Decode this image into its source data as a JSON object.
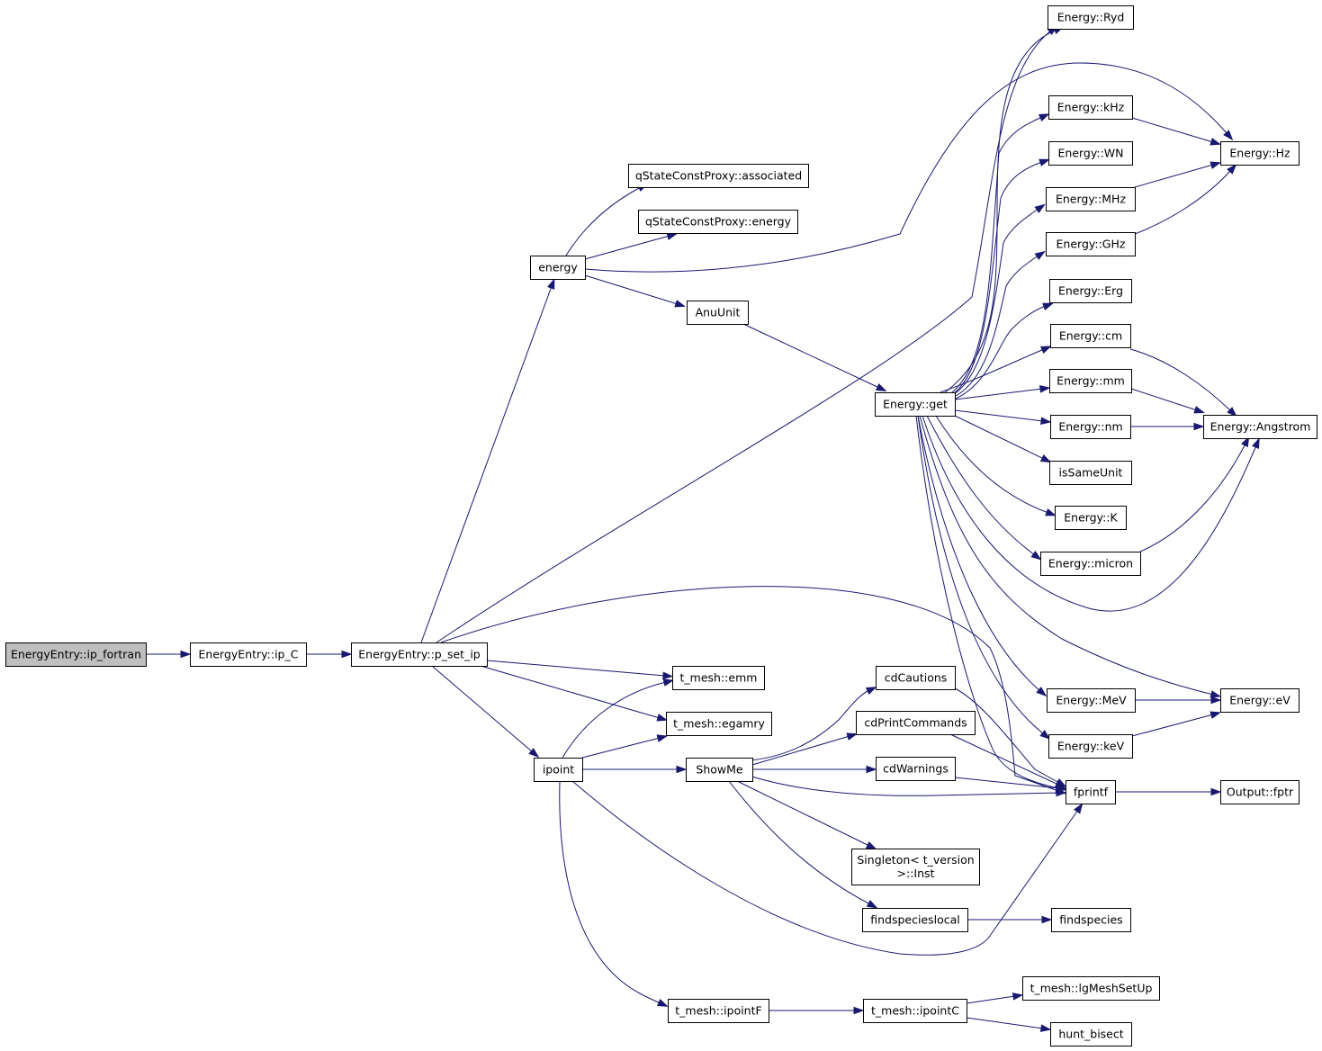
{
  "graph": {
    "root": "n_ip_fortran",
    "nodes": [
      {
        "id": "n_ip_fortran",
        "lines": [
          "EnergyEntry::ip_fortran"
        ]
      },
      {
        "id": "n_ip_C",
        "lines": [
          "EnergyEntry::ip_C"
        ]
      },
      {
        "id": "n_p_set_ip",
        "lines": [
          "EnergyEntry::p_set_ip"
        ]
      },
      {
        "id": "n_energy",
        "lines": [
          "energy"
        ]
      },
      {
        "id": "n_associated",
        "lines": [
          "qStateConstProxy::associated"
        ]
      },
      {
        "id": "n_qenergy",
        "lines": [
          "qStateConstProxy::energy"
        ]
      },
      {
        "id": "n_anuunit",
        "lines": [
          "AnuUnit"
        ]
      },
      {
        "id": "n_get",
        "lines": [
          "Energy::get"
        ]
      },
      {
        "id": "n_ryd",
        "lines": [
          "Energy::Ryd"
        ]
      },
      {
        "id": "n_khz",
        "lines": [
          "Energy::kHz"
        ]
      },
      {
        "id": "n_wn",
        "lines": [
          "Energy::WN"
        ]
      },
      {
        "id": "n_mhz",
        "lines": [
          "Energy::MHz"
        ]
      },
      {
        "id": "n_ghz",
        "lines": [
          "Energy::GHz"
        ]
      },
      {
        "id": "n_erg",
        "lines": [
          "Energy::Erg"
        ]
      },
      {
        "id": "n_cm",
        "lines": [
          "Energy::cm"
        ]
      },
      {
        "id": "n_mm",
        "lines": [
          "Energy::mm"
        ]
      },
      {
        "id": "n_nm",
        "lines": [
          "Energy::nm"
        ]
      },
      {
        "id": "n_issame",
        "lines": [
          "isSameUnit"
        ]
      },
      {
        "id": "n_k",
        "lines": [
          "Energy::K"
        ]
      },
      {
        "id": "n_micron",
        "lines": [
          "Energy::micron"
        ]
      },
      {
        "id": "n_hz",
        "lines": [
          "Energy::Hz"
        ]
      },
      {
        "id": "n_angstrom",
        "lines": [
          "Energy::Angstrom"
        ]
      },
      {
        "id": "n_mev",
        "lines": [
          "Energy::MeV"
        ]
      },
      {
        "id": "n_kev",
        "lines": [
          "Energy::keV"
        ]
      },
      {
        "id": "n_ev",
        "lines": [
          "Energy::eV"
        ]
      },
      {
        "id": "n_fprintf",
        "lines": [
          "fprintf"
        ]
      },
      {
        "id": "n_fptr",
        "lines": [
          "Output::fptr"
        ]
      },
      {
        "id": "n_emm",
        "lines": [
          "t_mesh::emm"
        ]
      },
      {
        "id": "n_egamry",
        "lines": [
          "t_mesh::egamry"
        ]
      },
      {
        "id": "n_ipoint",
        "lines": [
          "ipoint"
        ]
      },
      {
        "id": "n_showme",
        "lines": [
          "ShowMe"
        ]
      },
      {
        "id": "n_cdcautions",
        "lines": [
          "cdCautions"
        ]
      },
      {
        "id": "n_cdprint",
        "lines": [
          "cdPrintCommands"
        ]
      },
      {
        "id": "n_cdwarnings",
        "lines": [
          "cdWarnings"
        ]
      },
      {
        "id": "n_singleton",
        "lines": [
          "Singleton< t_version",
          ">::Inst"
        ]
      },
      {
        "id": "n_findlocal",
        "lines": [
          "findspecieslocal"
        ]
      },
      {
        "id": "n_findspecies",
        "lines": [
          "findspecies"
        ]
      },
      {
        "id": "n_ipointF",
        "lines": [
          "t_mesh::ipointF"
        ]
      },
      {
        "id": "n_ipointC",
        "lines": [
          "t_mesh::ipointC"
        ]
      },
      {
        "id": "n_lgmesh",
        "lines": [
          "t_mesh::lgMeshSetUp"
        ]
      },
      {
        "id": "n_hunt",
        "lines": [
          "hunt_bisect"
        ]
      }
    ],
    "edges": [
      {
        "from": "n_ip_fortran",
        "to": "n_ip_C"
      },
      {
        "from": "n_ip_C",
        "to": "n_p_set_ip"
      },
      {
        "from": "n_p_set_ip",
        "to": "n_energy"
      },
      {
        "from": "n_p_set_ip",
        "to": "n_ryd"
      },
      {
        "from": "n_p_set_ip",
        "to": "n_fprintf"
      },
      {
        "from": "n_p_set_ip",
        "to": "n_emm"
      },
      {
        "from": "n_p_set_ip",
        "to": "n_egamry"
      },
      {
        "from": "n_p_set_ip",
        "to": "n_ipoint"
      },
      {
        "from": "n_energy",
        "to": "n_associated"
      },
      {
        "from": "n_energy",
        "to": "n_qenergy"
      },
      {
        "from": "n_energy",
        "to": "n_anuunit"
      },
      {
        "from": "n_energy",
        "to": "n_hz"
      },
      {
        "from": "n_anuunit",
        "to": "n_get"
      },
      {
        "from": "n_get",
        "to": "n_ryd"
      },
      {
        "from": "n_get",
        "to": "n_khz"
      },
      {
        "from": "n_get",
        "to": "n_wn"
      },
      {
        "from": "n_get",
        "to": "n_mhz"
      },
      {
        "from": "n_get",
        "to": "n_ghz"
      },
      {
        "from": "n_get",
        "to": "n_erg"
      },
      {
        "from": "n_get",
        "to": "n_cm"
      },
      {
        "from": "n_get",
        "to": "n_mm"
      },
      {
        "from": "n_get",
        "to": "n_nm"
      },
      {
        "from": "n_get",
        "to": "n_issame"
      },
      {
        "from": "n_get",
        "to": "n_k"
      },
      {
        "from": "n_get",
        "to": "n_micron"
      },
      {
        "from": "n_get",
        "to": "n_angstrom"
      },
      {
        "from": "n_get",
        "to": "n_ev"
      },
      {
        "from": "n_get",
        "to": "n_mev"
      },
      {
        "from": "n_get",
        "to": "n_kev"
      },
      {
        "from": "n_get",
        "to": "n_fprintf"
      },
      {
        "from": "n_khz",
        "to": "n_hz"
      },
      {
        "from": "n_mhz",
        "to": "n_hz"
      },
      {
        "from": "n_ghz",
        "to": "n_hz"
      },
      {
        "from": "n_cm",
        "to": "n_angstrom"
      },
      {
        "from": "n_mm",
        "to": "n_angstrom"
      },
      {
        "from": "n_nm",
        "to": "n_angstrom"
      },
      {
        "from": "n_micron",
        "to": "n_angstrom"
      },
      {
        "from": "n_mev",
        "to": "n_ev"
      },
      {
        "from": "n_kev",
        "to": "n_ev"
      },
      {
        "from": "n_fprintf",
        "to": "n_fptr"
      },
      {
        "from": "n_ipoint",
        "to": "n_emm"
      },
      {
        "from": "n_ipoint",
        "to": "n_egamry"
      },
      {
        "from": "n_ipoint",
        "to": "n_showme"
      },
      {
        "from": "n_ipoint",
        "to": "n_fprintf"
      },
      {
        "from": "n_ipoint",
        "to": "n_ipointF"
      },
      {
        "from": "n_showme",
        "to": "n_cdcautions"
      },
      {
        "from": "n_showme",
        "to": "n_cdprint"
      },
      {
        "from": "n_showme",
        "to": "n_cdwarnings"
      },
      {
        "from": "n_showme",
        "to": "n_fprintf"
      },
      {
        "from": "n_showme",
        "to": "n_singleton"
      },
      {
        "from": "n_showme",
        "to": "n_findlocal"
      },
      {
        "from": "n_cdcautions",
        "to": "n_fprintf"
      },
      {
        "from": "n_cdprint",
        "to": "n_fprintf"
      },
      {
        "from": "n_cdwarnings",
        "to": "n_fprintf"
      },
      {
        "from": "n_findlocal",
        "to": "n_findspecies"
      },
      {
        "from": "n_ipointF",
        "to": "n_ipointC"
      },
      {
        "from": "n_ipointC",
        "to": "n_lgmesh"
      },
      {
        "from": "n_ipointC",
        "to": "n_hunt"
      }
    ]
  }
}
